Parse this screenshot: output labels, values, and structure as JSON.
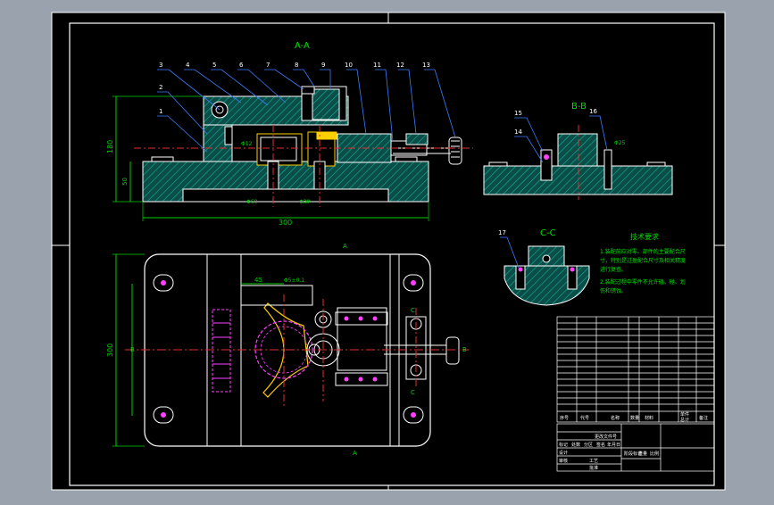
{
  "colors": {
    "chrome": "#9aa3ad",
    "paper": "#000000",
    "outline": "#ffffff",
    "hatch": "#12b2a0",
    "hatch_fill": "#0b4d47",
    "dim": "#00d000",
    "center": "#e03030",
    "leader": "#3a7dff",
    "label": "#ffffff",
    "note": "#00e000",
    "yellow": "#ffd000",
    "magenta": "#ff40ff"
  },
  "views": {
    "aa": {
      "title": "A-A"
    },
    "bb": {
      "title": "B-B"
    },
    "cc": {
      "title": "C-C"
    }
  },
  "part_numbers": [
    "1",
    "2",
    "3",
    "4",
    "5",
    "6",
    "7",
    "8",
    "9",
    "10",
    "11",
    "12",
    "13",
    "14",
    "15",
    "16",
    "17"
  ],
  "dims": {
    "overall_width": "300",
    "overall_height": "300",
    "side_height": "180",
    "base_thickness": "50",
    "offset_45": "45",
    "dim_a": "Φ60",
    "dim_b": "Φ30",
    "dim_c": "Φ12",
    "dim_d": "Φ25",
    "tol": "Φ5±0.1"
  },
  "section_markers": {
    "a": "A",
    "b": "B",
    "c": "C"
  },
  "tech": {
    "title": "技术要求",
    "lines": [
      "1.装配前应对零、部件的主要配合尺",
      "  寸，特别是过盈配合尺寸及相关精度",
      "  进行复查。",
      "2.装配过程中零件不允许磕、碰、划",
      "  伤和锈蚀。"
    ]
  },
  "title_block": {
    "headers": [
      "序号",
      "代号",
      "名称",
      "数量",
      "材料",
      "单件",
      "总计",
      "备注"
    ],
    "footer": [
      "标记",
      "处数",
      "分区",
      "更改文件号",
      "签名",
      "年月日"
    ],
    "footer2": [
      "设计",
      "审核",
      "工艺",
      "批准"
    ],
    "right": [
      "阶段标记",
      "重量",
      "比例"
    ]
  }
}
